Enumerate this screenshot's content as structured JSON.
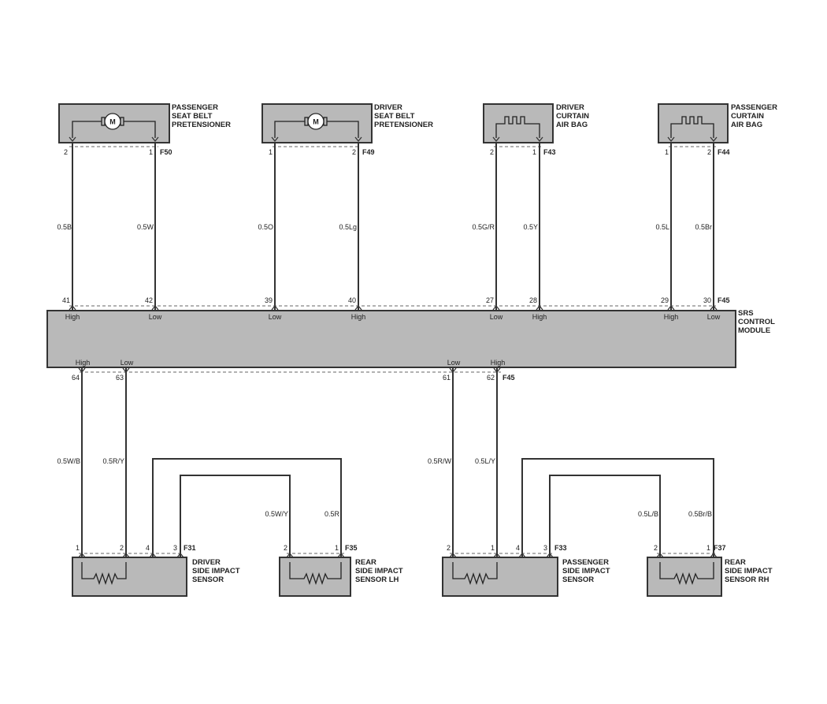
{
  "components": {
    "passenger_pretensioner": {
      "name": [
        "PASSENGER",
        "SEAT BELT",
        "PRETENSIONER"
      ],
      "symbol": "M",
      "connector": "F50",
      "pins": [
        "2",
        "1"
      ]
    },
    "driver_pretensioner": {
      "name": [
        "DRIVER",
        "SEAT BELT",
        "PRETENSIONER"
      ],
      "symbol": "M",
      "connector": "F49",
      "pins": [
        "1",
        "2"
      ]
    },
    "driver_curtain": {
      "name": [
        "DRIVER",
        "CURTAIN",
        "AIR BAG"
      ],
      "connector": "F43",
      "pins": [
        "2",
        "1"
      ]
    },
    "passenger_curtain": {
      "name": [
        "PASSENGER",
        "CURTAIN",
        "AIR BAG"
      ],
      "connector": "F44",
      "pins": [
        "1",
        "2"
      ]
    },
    "driver_side_sensor": {
      "name": [
        "DRIVER",
        "SIDE IMPACT",
        "SENSOR"
      ],
      "connector": "F31",
      "pins": [
        "1",
        "2",
        "4",
        "3"
      ]
    },
    "rear_sensor_lh": {
      "name": [
        "REAR",
        "SIDE IMPACT",
        "SENSOR LH"
      ],
      "connector": "F35",
      "pins": [
        "2",
        "1"
      ]
    },
    "passenger_side_sensor": {
      "name": [
        "PASSENGER",
        "SIDE IMPACT",
        "SENSOR"
      ],
      "connector": "F33",
      "pins": [
        "2",
        "1",
        "4",
        "3"
      ]
    },
    "rear_sensor_rh": {
      "name": [
        "REAR",
        "SIDE IMPACT",
        "SENSOR RH"
      ],
      "connector": "F37",
      "pins": [
        "2",
        "1"
      ]
    }
  },
  "srs": {
    "name": [
      "SRS",
      "CONTROL",
      "MODULE"
    ],
    "top_connector": "F45",
    "bottom_connector": "F45",
    "top_pins": [
      {
        "pin": "41",
        "level": "High"
      },
      {
        "pin": "42",
        "level": "Low"
      },
      {
        "pin": "39",
        "level": "Low"
      },
      {
        "pin": "40",
        "level": "High"
      },
      {
        "pin": "27",
        "level": "Low"
      },
      {
        "pin": "28",
        "level": "High"
      },
      {
        "pin": "29",
        "level": "High"
      },
      {
        "pin": "30",
        "level": "Low"
      }
    ],
    "bottom_pins": [
      {
        "pin": "64",
        "level": "High"
      },
      {
        "pin": "63",
        "level": "Low"
      },
      {
        "pin": "61",
        "level": "Low"
      },
      {
        "pin": "62",
        "level": "High"
      }
    ]
  },
  "wires": {
    "top": [
      "0.5B",
      "0.5W",
      "0.5O",
      "0.5Lg",
      "0.5G/R",
      "0.5Y",
      "0.5L",
      "0.5Br"
    ],
    "bottom": [
      "0.5W/B",
      "0.5R/Y",
      "0.5W/Y",
      "0.5R",
      "0.5R/W",
      "0.5L/Y",
      "0.5L/B",
      "0.5Br/B"
    ]
  }
}
